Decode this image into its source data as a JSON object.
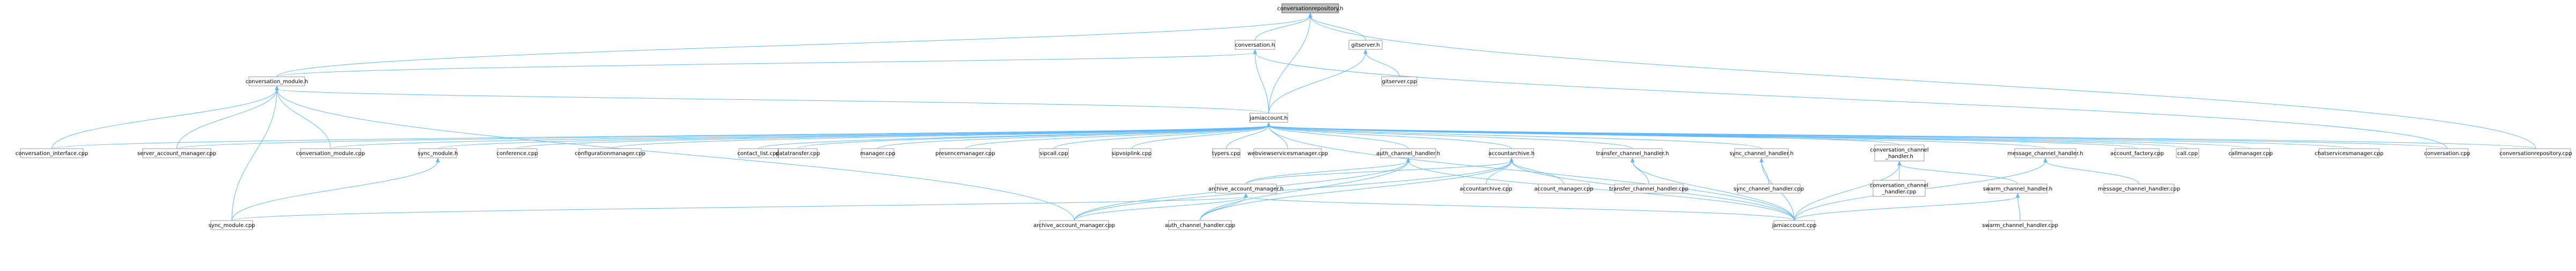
{
  "graph": {
    "colors": {
      "edge": "#63b8ff",
      "node_border": "#999999",
      "root_fill": "#bfbfbf",
      "node_fill": "#ffffff"
    },
    "nodes": [
      {
        "id": "conversationrepository_h",
        "label": [
          "conversationrepository.h"
        ],
        "root": true
      },
      {
        "id": "conversation_h",
        "label": [
          "conversation.h"
        ]
      },
      {
        "id": "gitserver_h",
        "label": [
          "gitserver.h"
        ]
      },
      {
        "id": "conversation_module_h",
        "label": [
          "conversation_module.h"
        ]
      },
      {
        "id": "gitserver_cpp",
        "label": [
          "gitserver.cpp"
        ]
      },
      {
        "id": "jamiaccount_h",
        "label": [
          "jamiaccount.h"
        ]
      },
      {
        "id": "conversation_interface_cpp",
        "label": [
          "conversation_interface.cpp"
        ]
      },
      {
        "id": "server_account_manager_cpp",
        "label": [
          "server_account_manager.cpp"
        ]
      },
      {
        "id": "conversation_module_cpp",
        "label": [
          "conversation_module.cpp"
        ]
      },
      {
        "id": "sync_module_h",
        "label": [
          "sync_module.h"
        ]
      },
      {
        "id": "conference_cpp",
        "label": [
          "conference.cpp"
        ]
      },
      {
        "id": "configurationmanager_cpp",
        "label": [
          "configurationmanager.cpp"
        ]
      },
      {
        "id": "contact_list_cpp",
        "label": [
          "contact_list.cpp"
        ]
      },
      {
        "id": "datatransfer_cpp",
        "label": [
          "datatransfer.cpp"
        ]
      },
      {
        "id": "manager_cpp",
        "label": [
          "manager.cpp"
        ]
      },
      {
        "id": "presencemanager_cpp",
        "label": [
          "presencemanager.cpp"
        ]
      },
      {
        "id": "sipcall_cpp",
        "label": [
          "sipcall.cpp"
        ]
      },
      {
        "id": "sipvoiplink_cpp",
        "label": [
          "sipvoiplink.cpp"
        ]
      },
      {
        "id": "typers_cpp",
        "label": [
          "typers.cpp"
        ]
      },
      {
        "id": "webviewservicesmanager_cpp",
        "label": [
          "webviewservicesmanager.cpp"
        ]
      },
      {
        "id": "auth_channel_handler_h",
        "label": [
          "auth_channel_handler.h"
        ]
      },
      {
        "id": "accountarchive_h",
        "label": [
          "accountarchive.h"
        ]
      },
      {
        "id": "transfer_channel_handler_h",
        "label": [
          "transfer_channel_handler.h"
        ]
      },
      {
        "id": "sync_channel_handler_h",
        "label": [
          "sync_channel_handler.h"
        ]
      },
      {
        "id": "conversation_channel_handler_h",
        "label": [
          "conversation_channel",
          "_handler.h"
        ]
      },
      {
        "id": "message_channel_handler_h",
        "label": [
          "message_channel_handler.h"
        ]
      },
      {
        "id": "account_factory_cpp",
        "label": [
          "account_factory.cpp"
        ]
      },
      {
        "id": "call_cpp",
        "label": [
          "call.cpp"
        ]
      },
      {
        "id": "callmanager_cpp",
        "label": [
          "callmanager.cpp"
        ]
      },
      {
        "id": "chatservicesmanager_cpp",
        "label": [
          "chatservicesmanager.cpp"
        ]
      },
      {
        "id": "conversation_cpp",
        "label": [
          "conversation.cpp"
        ]
      },
      {
        "id": "conversationrepository_cpp",
        "label": [
          "conversationrepository.cpp"
        ]
      },
      {
        "id": "archive_account_manager_h",
        "label": [
          "archive_account_manager.h"
        ]
      },
      {
        "id": "accountarchive_cpp",
        "label": [
          "accountarchive.cpp"
        ]
      },
      {
        "id": "account_manager_cpp",
        "label": [
          "account_manager.cpp"
        ]
      },
      {
        "id": "transfer_channel_handler_cpp",
        "label": [
          "transfer_channel_handler.cpp"
        ]
      },
      {
        "id": "sync_channel_handler_cpp",
        "label": [
          "sync_channel_handler.cpp"
        ]
      },
      {
        "id": "conversation_channel_handler_cpp",
        "label": [
          "conversation_channel",
          "_handler.cpp"
        ]
      },
      {
        "id": "swarm_channel_handler_h",
        "label": [
          "swarm_channel_handler.h"
        ]
      },
      {
        "id": "message_channel_handler_cpp",
        "label": [
          "message_channel_handler.cpp"
        ]
      },
      {
        "id": "sync_module_cpp",
        "label": [
          "sync_module.cpp"
        ]
      },
      {
        "id": "archive_account_manager_cpp",
        "label": [
          "archive_account_manager.cpp"
        ]
      },
      {
        "id": "auth_channel_handler_cpp",
        "label": [
          "auth_channel_handler.cpp"
        ]
      },
      {
        "id": "jamiaccount_cpp",
        "label": [
          "jamiaccount.cpp"
        ]
      },
      {
        "id": "swarm_channel_handler_cpp",
        "label": [
          "swarm_channel_handler.cpp"
        ]
      }
    ],
    "edges": [
      [
        "conversationrepository_h",
        "conversation_h"
      ],
      [
        "conversationrepository_h",
        "gitserver_h"
      ],
      [
        "conversationrepository_h",
        "conversation_module_h"
      ],
      [
        "conversationrepository_h",
        "jamiaccount_h"
      ],
      [
        "conversationrepository_h",
        "conversationrepository_cpp"
      ],
      [
        "conversation_h",
        "conversation_module_h"
      ],
      [
        "conversation_h",
        "jamiaccount_h"
      ],
      [
        "conversation_h",
        "conversation_cpp"
      ],
      [
        "gitserver_h",
        "gitserver_cpp"
      ],
      [
        "gitserver_h",
        "jamiaccount_h"
      ],
      [
        "conversation_module_h",
        "jamiaccount_h"
      ],
      [
        "conversation_module_h",
        "conversation_interface_cpp"
      ],
      [
        "conversation_module_h",
        "server_account_manager_cpp"
      ],
      [
        "conversation_module_h",
        "conversation_module_cpp"
      ],
      [
        "conversation_module_h",
        "sync_module_cpp"
      ],
      [
        "conversation_module_h",
        "archive_account_manager_cpp"
      ],
      [
        "jamiaccount_h",
        "conversation_interface_cpp"
      ],
      [
        "jamiaccount_h",
        "server_account_manager_cpp"
      ],
      [
        "jamiaccount_h",
        "conversation_module_cpp"
      ],
      [
        "jamiaccount_h",
        "sync_module_h"
      ],
      [
        "jamiaccount_h",
        "conference_cpp"
      ],
      [
        "jamiaccount_h",
        "configurationmanager_cpp"
      ],
      [
        "jamiaccount_h",
        "contact_list_cpp"
      ],
      [
        "jamiaccount_h",
        "datatransfer_cpp"
      ],
      [
        "jamiaccount_h",
        "manager_cpp"
      ],
      [
        "jamiaccount_h",
        "presencemanager_cpp"
      ],
      [
        "jamiaccount_h",
        "sipcall_cpp"
      ],
      [
        "jamiaccount_h",
        "sipvoiplink_cpp"
      ],
      [
        "jamiaccount_h",
        "typers_cpp"
      ],
      [
        "jamiaccount_h",
        "webviewservicesmanager_cpp"
      ],
      [
        "jamiaccount_h",
        "auth_channel_handler_h"
      ],
      [
        "jamiaccount_h",
        "accountarchive_h"
      ],
      [
        "jamiaccount_h",
        "transfer_channel_handler_h"
      ],
      [
        "jamiaccount_h",
        "sync_channel_handler_h"
      ],
      [
        "jamiaccount_h",
        "conversation_channel_handler_h"
      ],
      [
        "jamiaccount_h",
        "message_channel_handler_h"
      ],
      [
        "jamiaccount_h",
        "account_factory_cpp"
      ],
      [
        "jamiaccount_h",
        "call_cpp"
      ],
      [
        "jamiaccount_h",
        "callmanager_cpp"
      ],
      [
        "jamiaccount_h",
        "chatservicesmanager_cpp"
      ],
      [
        "jamiaccount_h",
        "conversation_cpp"
      ],
      [
        "jamiaccount_h",
        "conversationrepository_cpp"
      ],
      [
        "jamiaccount_h",
        "jamiaccount_cpp"
      ],
      [
        "sync_module_h",
        "sync_module_cpp"
      ],
      [
        "auth_channel_handler_h",
        "archive_account_manager_h"
      ],
      [
        "auth_channel_handler_h",
        "archive_account_manager_cpp"
      ],
      [
        "auth_channel_handler_h",
        "auth_channel_handler_cpp"
      ],
      [
        "auth_channel_handler_h",
        "jamiaccount_cpp"
      ],
      [
        "accountarchive_h",
        "archive_account_manager_h"
      ],
      [
        "accountarchive_h",
        "accountarchive_cpp"
      ],
      [
        "accountarchive_h",
        "account_manager_cpp"
      ],
      [
        "accountarchive_h",
        "archive_account_manager_cpp"
      ],
      [
        "accountarchive_h",
        "auth_channel_handler_cpp"
      ],
      [
        "accountarchive_h",
        "jamiaccount_cpp"
      ],
      [
        "transfer_channel_handler_h",
        "transfer_channel_handler_cpp"
      ],
      [
        "transfer_channel_handler_h",
        "jamiaccount_cpp"
      ],
      [
        "sync_channel_handler_h",
        "sync_channel_handler_cpp"
      ],
      [
        "sync_channel_handler_h",
        "jamiaccount_cpp"
      ],
      [
        "conversation_channel_handler_h",
        "conversation_channel_handler_cpp"
      ],
      [
        "conversation_channel_handler_h",
        "swarm_channel_handler_h"
      ],
      [
        "conversation_channel_handler_h",
        "jamiaccount_cpp"
      ],
      [
        "message_channel_handler_h",
        "message_channel_handler_cpp"
      ],
      [
        "message_channel_handler_h",
        "jamiaccount_cpp"
      ],
      [
        "archive_account_manager_h",
        "sync_module_cpp"
      ],
      [
        "archive_account_manager_h",
        "archive_account_manager_cpp"
      ],
      [
        "archive_account_manager_h",
        "auth_channel_handler_cpp"
      ],
      [
        "archive_account_manager_h",
        "jamiaccount_cpp"
      ],
      [
        "swarm_channel_handler_h",
        "jamiaccount_cpp"
      ],
      [
        "swarm_channel_handler_h",
        "swarm_channel_handler_cpp"
      ]
    ]
  }
}
